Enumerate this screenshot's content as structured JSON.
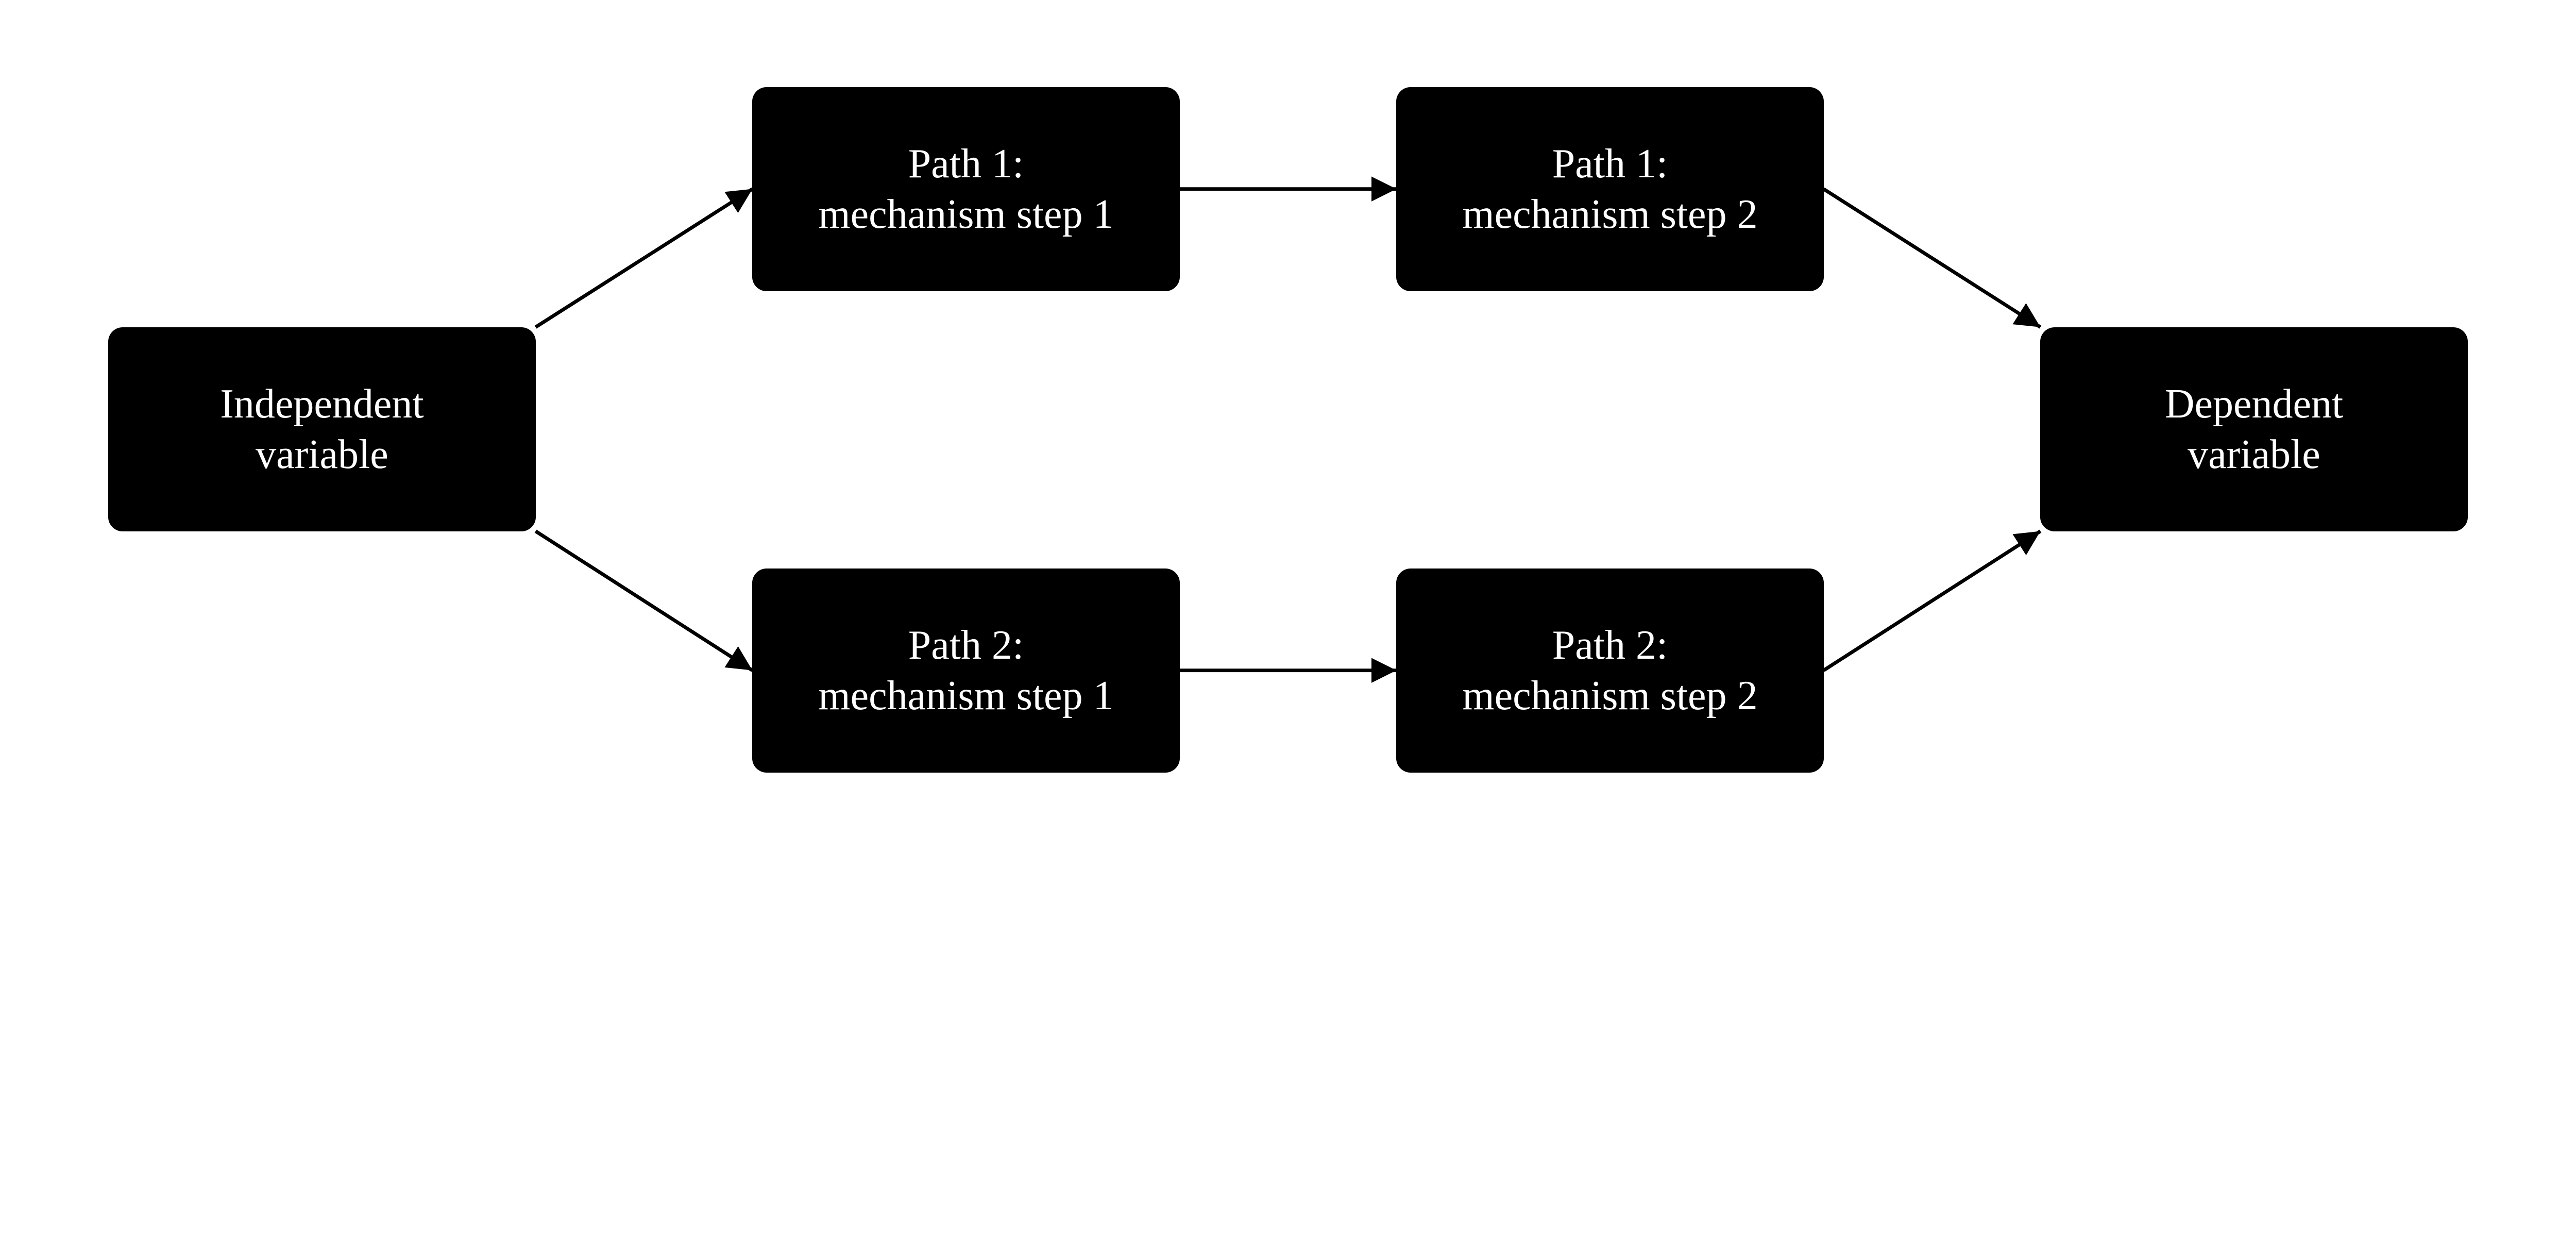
{
  "nodes": {
    "independent": {
      "line1": "Independent",
      "line2": "variable"
    },
    "p1s1": {
      "line1": "Path 1:",
      "line2": "mechanism step 1"
    },
    "p1s2": {
      "line1": "Path 1:",
      "line2": "mechanism step 2"
    },
    "p2s1": {
      "line1": "Path 2:",
      "line2": "mechanism step 1"
    },
    "p2s2": {
      "line1": "Path 2:",
      "line2": "mechanism step 2"
    },
    "dependent": {
      "line1": "Dependent",
      "line2": "variable"
    }
  },
  "edges": [
    [
      "independent",
      "p1s1"
    ],
    [
      "independent",
      "p2s1"
    ],
    [
      "p1s1",
      "p1s2"
    ],
    [
      "p2s1",
      "p2s2"
    ],
    [
      "p1s2",
      "dependent"
    ],
    [
      "p2s2",
      "dependent"
    ]
  ],
  "colors": {
    "node_fill": "#000000",
    "node_text": "#ffffff",
    "edge": "#000000"
  }
}
